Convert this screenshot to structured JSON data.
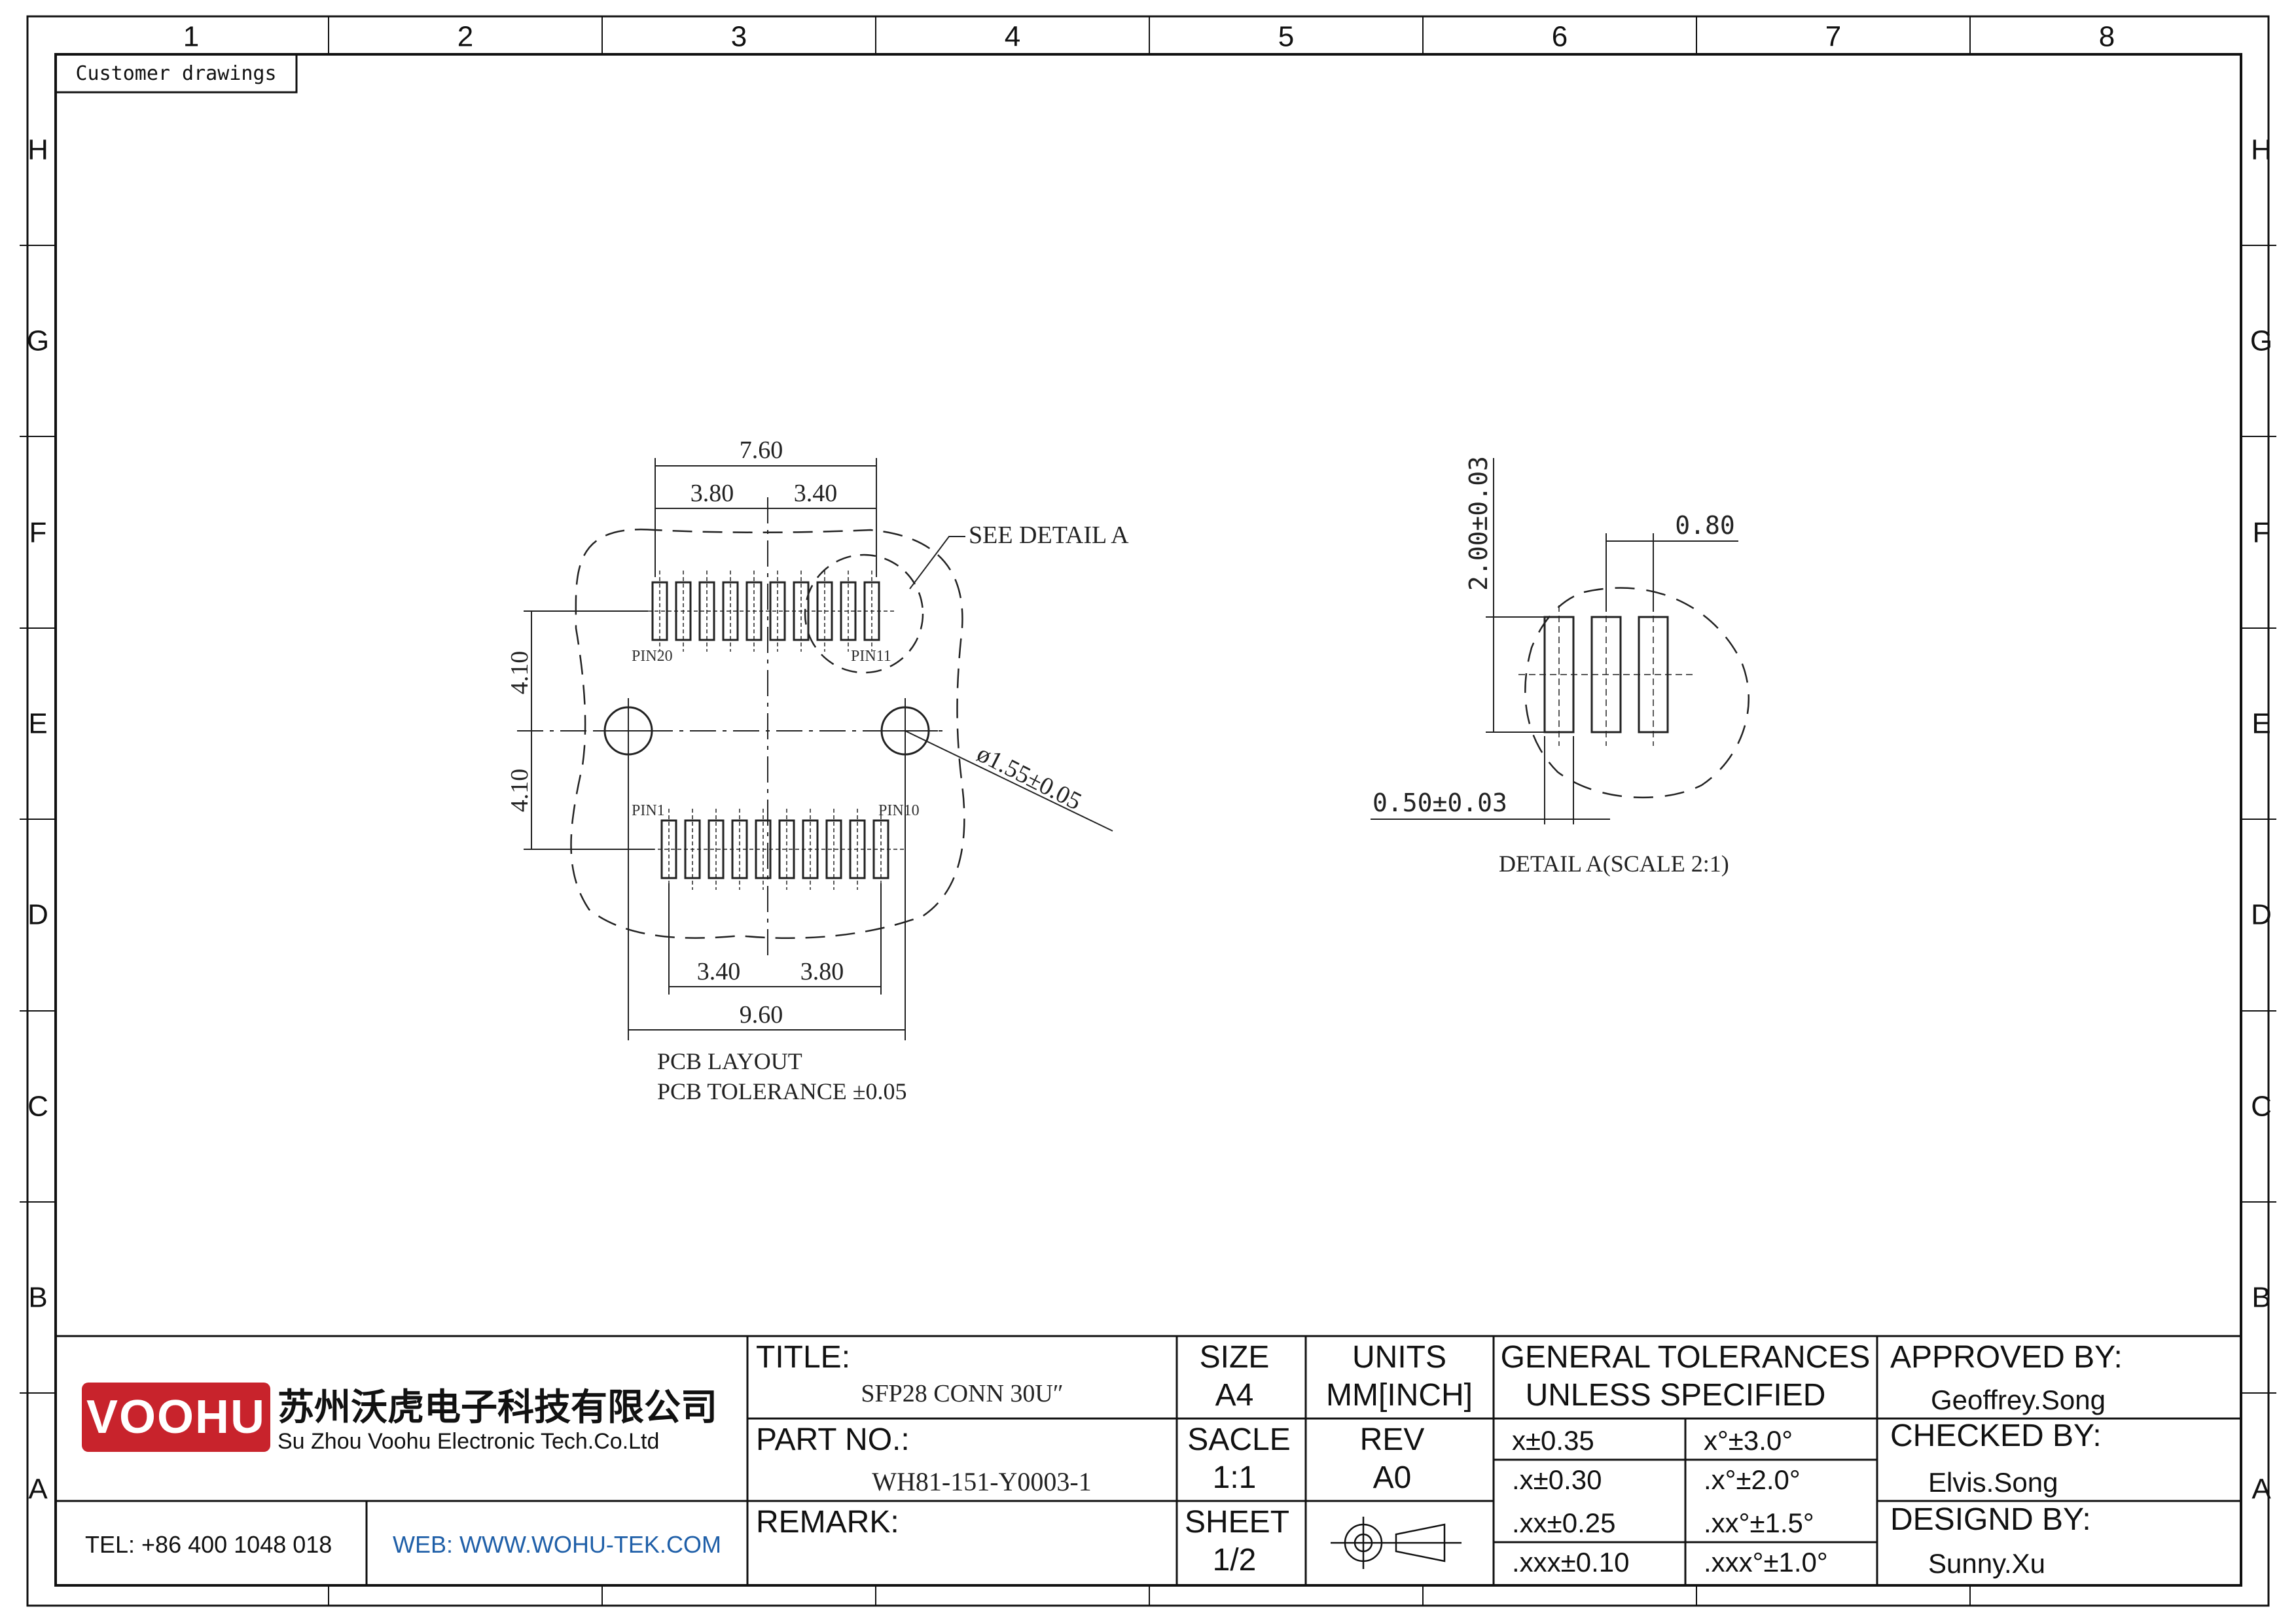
{
  "zones": {
    "columns": [
      "1",
      "2",
      "3",
      "4",
      "5",
      "6",
      "7",
      "8"
    ],
    "rows": [
      "H",
      "G",
      "F",
      "E",
      "D",
      "C",
      "B",
      "A"
    ]
  },
  "stamp": "Customer drawings",
  "drawing": {
    "top_overall": "7.60",
    "top_left": "3.80",
    "top_right": "3.40",
    "bottom_left": "3.40",
    "bottom_right": "3.80",
    "bottom_overall": "9.60",
    "vertical_upper": "4.10",
    "vertical_lower": "4.10",
    "hole": "ø1.55±0.05",
    "see_detail": "SEE DETAIL  A",
    "pin20": "PIN20",
    "pin11": "PIN11",
    "pin1": "PIN1",
    "pin10": "PIN10",
    "note_line1": "PCB LAYOUT",
    "note_line2": "PCB TOLERANCE  ±0.05"
  },
  "detail": {
    "height": "2.00±0.03",
    "pitch": "0.80",
    "width": "0.50±0.03",
    "caption": "DETAIL  A(SCALE 2:1)"
  },
  "title_block": {
    "company_cn": "苏州沃虎电子科技有限公司",
    "company_en": "Su Zhou Voohu Electronic Tech.Co.Ltd",
    "logo": "VOOHU",
    "tel": "TEL: +86 400 1048 018",
    "web": "WEB: WWW.WOHU-TEK.COM",
    "title_label": "TITLE:",
    "title_value": "SFP28 CONN 30U″",
    "part_label": "PART NO.:",
    "part_value": "WH81-151-Y0003-1",
    "remark_label": "REMARK:",
    "size_label": "SIZE",
    "size_value": "A4",
    "units_label": "UNITS",
    "units_value": "MM[INCH]",
    "scale_label": "SACLE",
    "scale_value": "1:1",
    "rev_label": "REV",
    "rev_value": "A0",
    "sheet_label": "SHEET",
    "sheet_value": "1/2",
    "tol_header1": "GENERAL TOLERANCES",
    "tol_header2": "UNLESS SPECIFIED",
    "tolerances": [
      [
        "x±0.35",
        "x°±3.0°"
      ],
      [
        ".x±0.30",
        ".x°±2.0°"
      ],
      [
        ".xx±0.25",
        ".xx°±1.5°"
      ],
      [
        ".xxx±0.10",
        ".xxx°±1.0°"
      ]
    ],
    "approved_label": "APPROVED BY:",
    "approved_value": "Geoffrey.Song",
    "checked_label": "CHECKED BY:",
    "checked_value": "Elvis.Song",
    "designed_label": "DESIGND BY:",
    "designed_value": "Sunny.Xu"
  },
  "colors": {
    "line": "#111111",
    "logo_red": "#c8232c",
    "web_blue": "#1f5fa8"
  }
}
